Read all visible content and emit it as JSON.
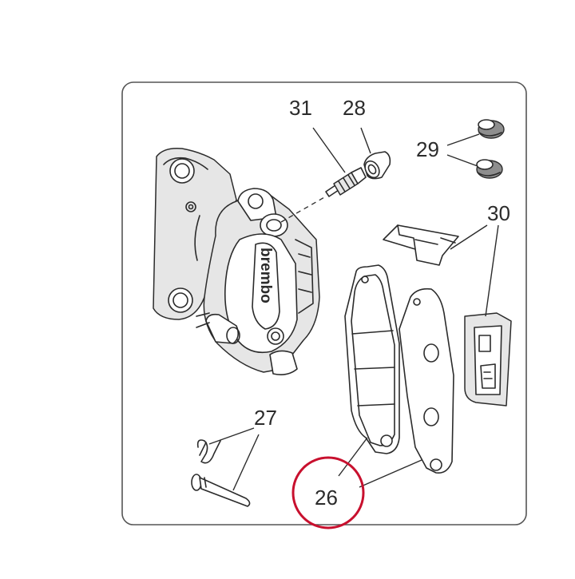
{
  "callouts": {
    "c31": "31",
    "c28": "28",
    "c29": "29",
    "c30": "30",
    "c27": "27",
    "c26": "26"
  },
  "caliper_brand": "brembo",
  "highlight": {
    "target": "26",
    "color": "#c8102e"
  },
  "colors": {
    "line": "#2b2b2b",
    "frame": "#555555",
    "background": "#ffffff"
  }
}
